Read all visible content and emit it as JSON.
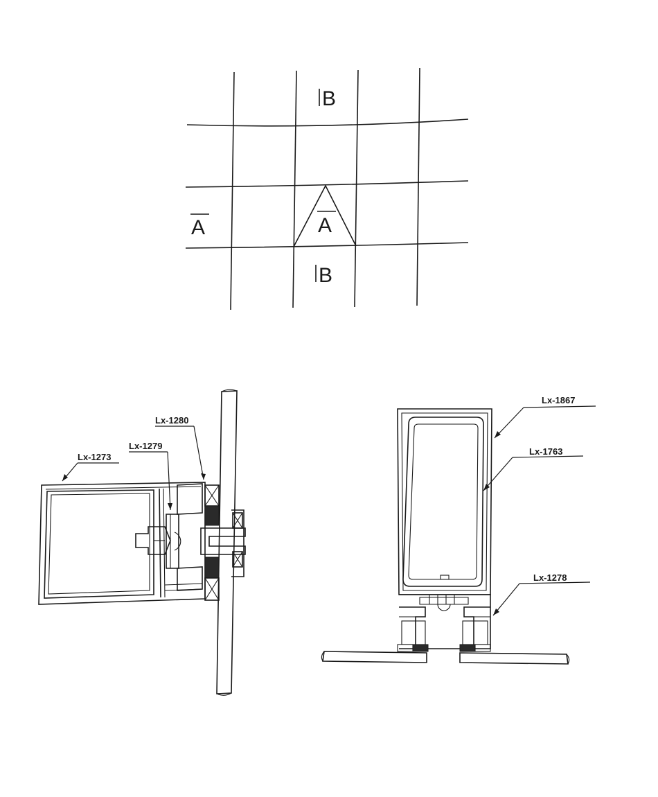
{
  "grid": {
    "section_a_left": "A",
    "section_a_center": "A",
    "section_b_top": "B",
    "section_b_bottom": "B"
  },
  "detail_a": {
    "labels": [
      "Lx-1280",
      "Lx-1279",
      "Lx-1273"
    ]
  },
  "detail_b": {
    "labels": [
      "Lx-1867",
      "Lx-1763",
      "Lx-1278"
    ]
  }
}
